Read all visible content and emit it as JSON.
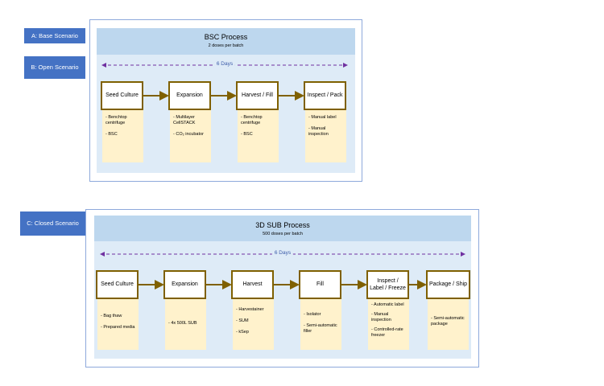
{
  "scenarios": {
    "a": "A: Base Scenario",
    "b": "B: Open Scenario",
    "c": "C: Closed Scenario"
  },
  "bsc": {
    "title": "BSC Process",
    "subtitle": "2 doses per batch",
    "days": "6 Days",
    "steps": [
      {
        "label": "Seed Culture",
        "notes": [
          "- Benchtop\ncentrifuge",
          "- BSC"
        ]
      },
      {
        "label": "Expansion",
        "notes": [
          "- Multilayer\nCellSTACK",
          "- CO₂ incubator"
        ]
      },
      {
        "label": "Harvest / Fill",
        "notes": [
          "- Benchtop\ncentrifuge",
          "- BSC"
        ]
      },
      {
        "label": "Inspect / Pack",
        "notes": [
          "- Manual label",
          "- Manual\ninspection"
        ]
      }
    ]
  },
  "sub": {
    "title": "3D SUB Process",
    "subtitle": "500 doses per batch",
    "days": "6 Days",
    "steps": [
      {
        "label": "Seed Culture",
        "notes": [
          "- Bag thaw",
          "- Prepared media"
        ]
      },
      {
        "label": "Expansion",
        "notes": [
          "- 4x 500L SUB"
        ]
      },
      {
        "label": "Harvest",
        "notes": [
          "- Harvestainer",
          "- SUM",
          "- kSep"
        ]
      },
      {
        "label": "Fill",
        "notes": [
          "- Isolator",
          "- Semi-automatic\nfiller"
        ]
      },
      {
        "label": "Inspect /\nLabel / Freeze",
        "notes": [
          "- Automatic label",
          "- Manual\ninspection",
          "- Controlled-rate\nfreezer"
        ]
      },
      {
        "label": "Package / Ship",
        "notes": [
          "- Semi-automatic\npackage"
        ]
      }
    ]
  },
  "colors": {
    "tag": "#4472c4",
    "panel": "#deebf7",
    "title_bar": "#bdd7ee",
    "note": "#fff2cc",
    "box_border": "#7f6000",
    "days_arrow": "#7030a0"
  }
}
